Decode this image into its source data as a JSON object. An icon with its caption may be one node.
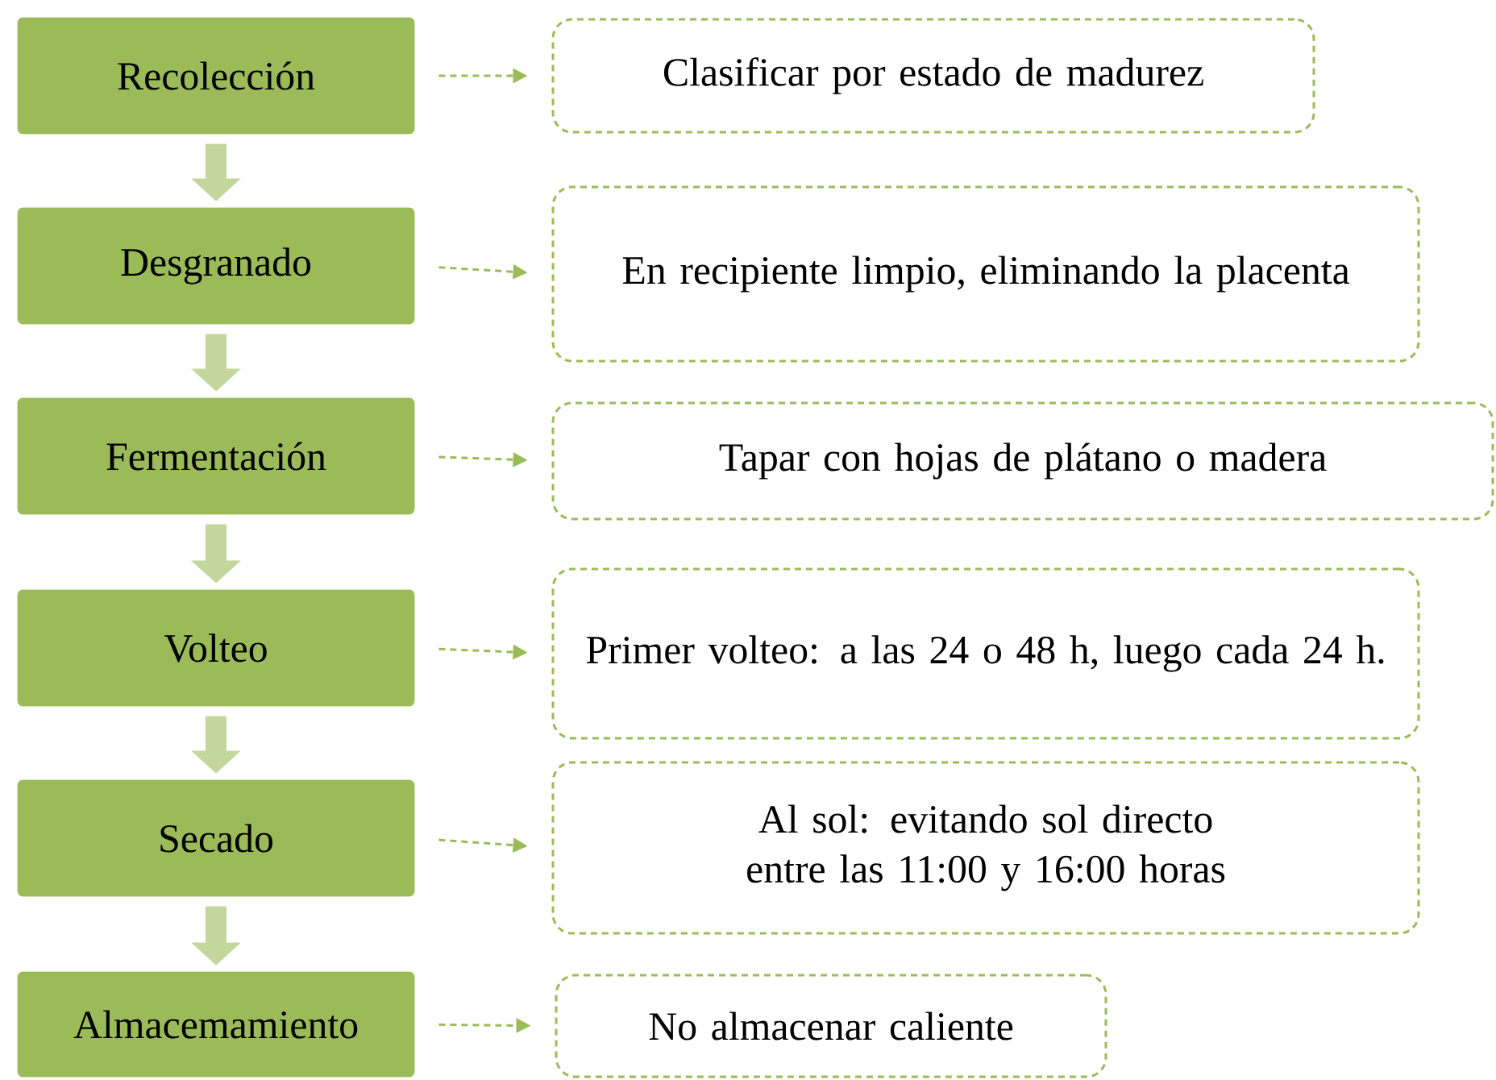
{
  "diagram": {
    "nodes": [
      {
        "text": [
          "Recolección"
        ]
      },
      {
        "text": [
          "Clasificar por estado de madurez"
        ]
      },
      {
        "text": [
          "Desgranado"
        ]
      },
      {
        "text": [
          "En recipiente limpio, eliminando la placenta"
        ]
      },
      {
        "text": [
          "Fermentación"
        ]
      },
      {
        "text": [
          "Tapar con hojas de plátano o madera"
        ]
      },
      {
        "text": [
          "Volteo"
        ]
      },
      {
        "text": [
          "Primer volteo: a las 24 o 48 h, luego cada 24 h."
        ]
      },
      {
        "text": [
          "Secado"
        ]
      },
      {
        "text": [
          "Al sol: evitando sol directo entre las 11:00 y 16:00 horas"
        ]
      },
      {
        "text": [
          "Almacemamiento"
        ]
      },
      {
        "text": [
          "No almacenar caliente"
        ]
      }
    ],
    "edges": [
      {
        "from": 0,
        "to": 1,
        "arrow": "to",
        "style": "dashed"
      },
      {
        "from": 2,
        "to": 3,
        "arrow": "to",
        "style": "dashed"
      },
      {
        "from": 4,
        "to": 5,
        "arrow": "to",
        "style": "dashed"
      },
      {
        "from": 6,
        "to": 7,
        "arrow": "to",
        "style": "dashed"
      },
      {
        "from": 8,
        "to": 9,
        "arrow": "to",
        "style": "dashed"
      },
      {
        "from": 10,
        "to": 11,
        "arrow": "to",
        "style": "dashed"
      },
      {
        "from": 0,
        "to": 2,
        "arrow": "to",
        "style": "thick",
        "color": "#c3d69b"
      },
      {
        "from": 2,
        "to": 4,
        "arrow": "to",
        "style": "thick",
        "color": "#c3d69b"
      },
      {
        "from": 4,
        "to": 6,
        "arrow": "to",
        "style": "thick",
        "color": "#c3d69b"
      },
      {
        "from": 6,
        "to": 8,
        "arrow": "to",
        "style": "thick",
        "color": "#c3d69b"
      },
      {
        "from": 8,
        "to": 10,
        "arrow": "to",
        "style": "thick",
        "color": "#c3d69b"
      }
    ]
  }
}
